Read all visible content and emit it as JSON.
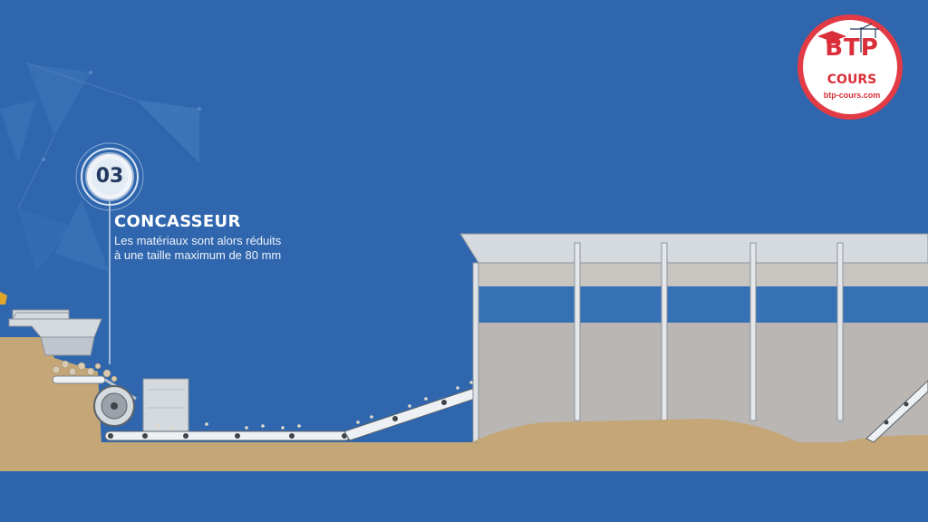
{
  "step": {
    "number": "03",
    "title": "CONCASSEUR",
    "description_line1": "Les matériaux sont alors réduits",
    "description_line2": "à une taille maximum de 80 mm"
  },
  "logo": {
    "brand": "BTP",
    "subtitle": "COURS",
    "url": "btp-cours.com"
  },
  "colors": {
    "background": "#2f66ad",
    "ground": "#c4a677",
    "logo_red": "#d92f3a",
    "step_badge_ring": "#dce8f6"
  },
  "icons": [
    "step-badge-icon",
    "crane-icon",
    "graduation-cap-icon"
  ]
}
